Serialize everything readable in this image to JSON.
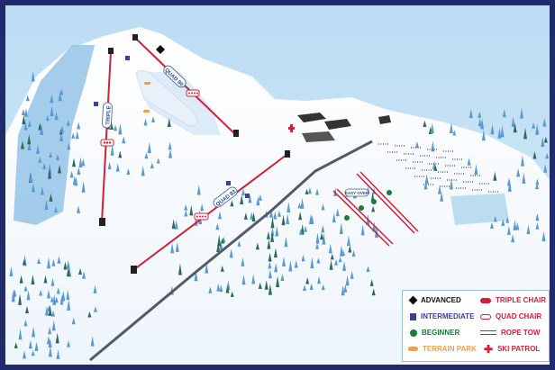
{
  "map": {
    "lifts": [
      {
        "name": "TRIPLE",
        "type": "triple_chair"
      },
      {
        "name": "QUAD 80",
        "type": "quad_chair"
      },
      {
        "name": "QUAD 83",
        "type": "quad_chair"
      }
    ],
    "area_labels": {
      "easy_over": "EASY OVER"
    }
  },
  "legend": {
    "left": [
      {
        "label": "ADVANCED",
        "icon": "black-diamond-icon",
        "color": "#111111"
      },
      {
        "label": "INTERMEDIATE",
        "icon": "blue-square-icon",
        "color": "#3a3f9e"
      },
      {
        "label": "BEGINNER",
        "icon": "green-circle-icon",
        "color": "#1a7a3a"
      },
      {
        "label": "TERRAIN PARK",
        "icon": "terrain-park-icon",
        "color": "#f0a040"
      }
    ],
    "right": [
      {
        "label": "TRIPLE CHAIR",
        "icon": "triple-chair-icon",
        "color": "#d0203a"
      },
      {
        "label": "QUAD CHAIR",
        "icon": "quad-chair-icon",
        "color": "#d0203a"
      },
      {
        "label": "ROPE TOW",
        "icon": "rope-tow-icon",
        "color": "#d0203a"
      },
      {
        "label": "SKI PATROL",
        "icon": "ski-patrol-icon",
        "color": "#d0203a"
      }
    ]
  }
}
